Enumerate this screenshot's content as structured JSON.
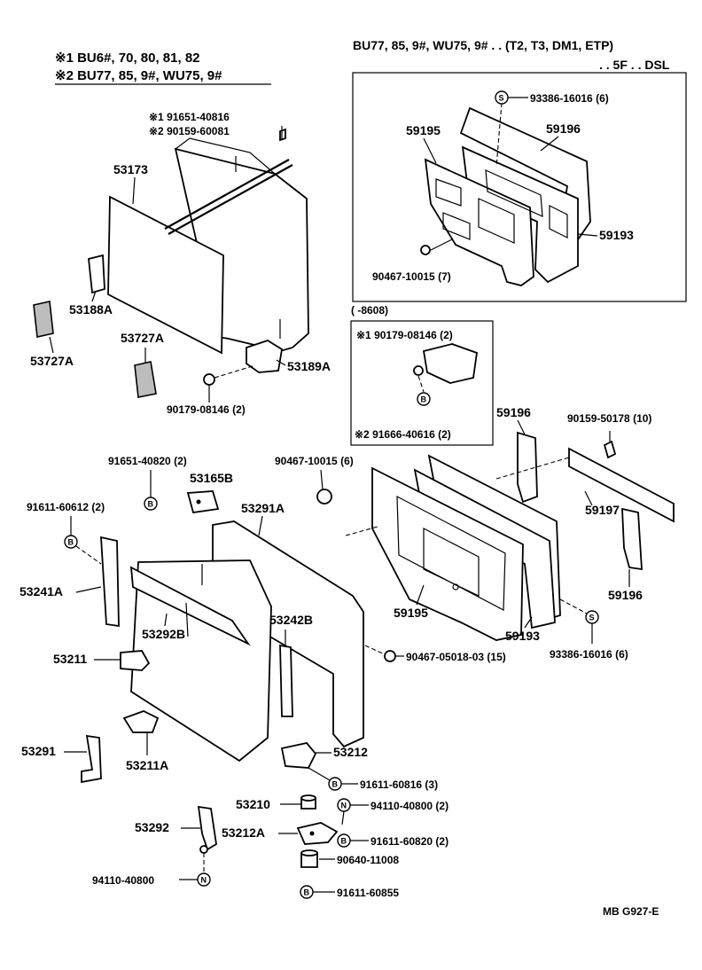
{
  "legend": {
    "line1": "※1 BU6#, 70, 80, 81, 82",
    "line2": "※2 BU77, 85, 9#, WU75, 9#"
  },
  "applicability": {
    "line1": "BU77, 85, 9#, WU75, 9# . . (T2, T3, DM1, ETP)",
    "line2": ". . 5F . . DSL"
  },
  "inset_date": "(      -8608)",
  "marks": {
    "s": "S",
    "b": "B",
    "n": "N"
  },
  "parts": {
    "p93386_16016_top": "93386-16016 (6)",
    "p59195_top": "59195",
    "p59196_top": "59196",
    "p59193_top": "59193",
    "p90467_10015_7": "90467-10015 (7)",
    "p91651_40816": "※1 91651-40816",
    "p90159_60081": "※2 90159-60081",
    "p53173": "53173",
    "p53188A": "53188A",
    "p53727A_a": "53727A",
    "p53727A_b": "53727A",
    "p53189A": "53189A",
    "p90179_08146_2": "90179-08146 (2)",
    "p90179_08146_inset": "※1 90179-08146 (2)",
    "p91666_40616_inset": "※2 91666-40616 (2)",
    "p59196_mid": "59196",
    "p90159_50178": "90159-50178 (10)",
    "p59197": "59197",
    "p59196_right": "59196",
    "p91651_40820": "91651-40820 (2)",
    "p53165B": "53165B",
    "p91611_60612": "91611-60612 (2)",
    "p90467_10015_6": "90467-10015 (6)",
    "p53291A": "53291A",
    "p53241A": "53241A",
    "p53292B": "53292B",
    "p53242B": "53242B",
    "p59195_bot": "59195",
    "p59193_bot": "59193",
    "p93386_16016_bot": "93386-16016 (6)",
    "p90467_05018": "90467-05018-03 (15)",
    "p53211": "53211",
    "p53291": "53291",
    "p53211A": "53211A",
    "p53212": "53212",
    "p91611_60816": "91611-60816 (3)",
    "p53210": "53210",
    "p94110_40800_a": "94110-40800 (2)",
    "p53292": "53292",
    "p53212A": "53212A",
    "p91611_60820": "91611-60820 (2)",
    "p90640_11008": "90640-11008",
    "p94110_40800_b": "94110-40800",
    "p91611_60855": "91611-60855"
  },
  "figure_code": "MB G927-E"
}
